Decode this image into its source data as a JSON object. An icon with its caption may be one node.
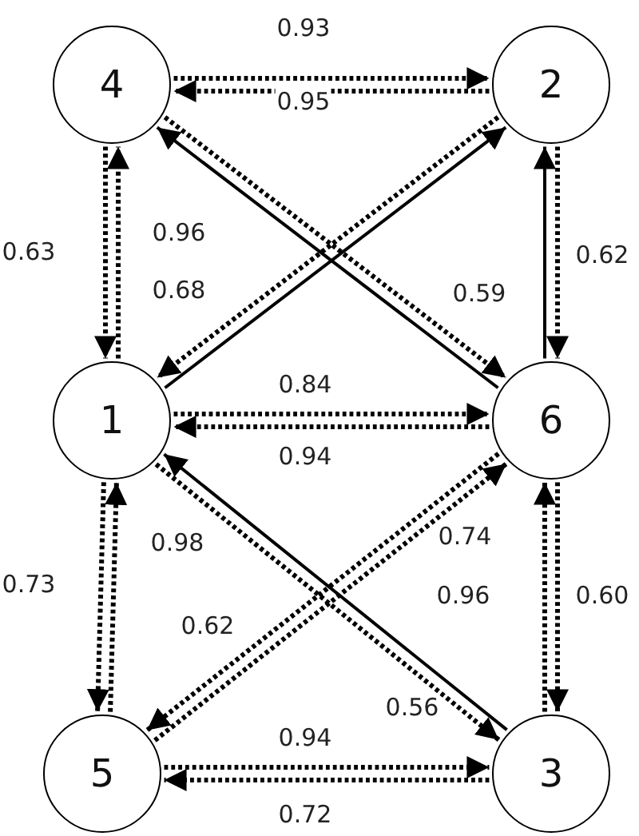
{
  "diagram": {
    "nodes": [
      {
        "text": [
          "4"
        ]
      },
      {
        "text": [
          "2"
        ]
      },
      {
        "text": [
          "1"
        ]
      },
      {
        "text": [
          "6"
        ]
      },
      {
        "text": [
          "5"
        ]
      },
      {
        "text": [
          "3"
        ]
      }
    ],
    "edges": [
      {
        "from": 0,
        "to": 1,
        "arrow": "to",
        "label": "0.93",
        "style": "dashed"
      },
      {
        "from": 1,
        "to": 0,
        "arrow": "to",
        "label": "0.95",
        "style": "dashed"
      },
      {
        "from": 0,
        "to": 2,
        "arrow": "to",
        "label": "0.63",
        "style": "dashed"
      },
      {
        "from": 2,
        "to": 0,
        "arrow": "to",
        "label": "0.96",
        "style": "dashed"
      },
      {
        "from": 2,
        "to": 1,
        "arrow": "to"
      },
      {
        "from": 1,
        "to": 2,
        "arrow": "to",
        "label": "0.68",
        "style": "dashed"
      },
      {
        "from": 0,
        "to": 3,
        "arrow": "to",
        "label": "0.59",
        "style": "dashed"
      },
      {
        "from": 3,
        "to": 0,
        "arrow": "to"
      },
      {
        "from": 1,
        "to": 3,
        "arrow": "to",
        "label": "0.62",
        "style": "dashed"
      },
      {
        "from": 3,
        "to": 1,
        "arrow": "to"
      },
      {
        "from": 2,
        "to": 3,
        "arrow": "to",
        "label": "0.84",
        "style": "dashed"
      },
      {
        "from": 3,
        "to": 2,
        "arrow": "to",
        "label": "0.94",
        "style": "dashed"
      },
      {
        "from": 2,
        "to": 4,
        "arrow": "to",
        "label": "0.73",
        "style": "dashed"
      },
      {
        "from": 4,
        "to": 2,
        "arrow": "to",
        "label": "0.98",
        "style": "dashed"
      },
      {
        "from": 4,
        "to": 3,
        "arrow": "to",
        "label": "0.74",
        "style": "dashed"
      },
      {
        "from": 3,
        "to": 4,
        "arrow": "to",
        "label": "0.62",
        "style": "dashed"
      },
      {
        "from": 5,
        "to": 3,
        "arrow": "to",
        "label": "0.96",
        "style": "dashed"
      },
      {
        "from": 3,
        "to": 5,
        "arrow": "to",
        "label": "0.60",
        "style": "dashed"
      },
      {
        "from": 2,
        "to": 5,
        "arrow": "to",
        "label": "0.56",
        "style": "dashed"
      },
      {
        "from": 5,
        "to": 2,
        "arrow": "to"
      },
      {
        "from": 4,
        "to": 5,
        "arrow": "to",
        "label": "0.94",
        "style": "dashed"
      },
      {
        "from": 5,
        "to": 4,
        "arrow": "to",
        "label": "0.72",
        "style": "dashed"
      }
    ]
  }
}
